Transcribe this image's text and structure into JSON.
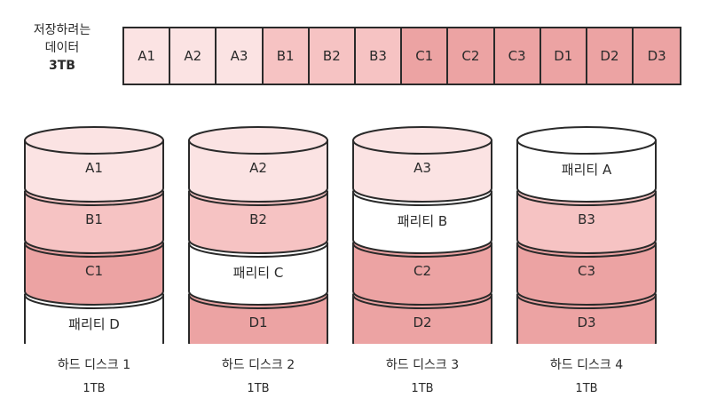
{
  "label": {
    "line1": "저장하려는",
    "line2": "데이터",
    "line3": "3TB"
  },
  "colors": {
    "a": "#fbe3e3",
    "b": "#f6c3c3",
    "c": "#eca3a3",
    "parity": "#ffffff",
    "stroke": "#2a2a2a"
  },
  "data_blocks": [
    {
      "text": "A1",
      "group": "a"
    },
    {
      "text": "A2",
      "group": "a"
    },
    {
      "text": "A3",
      "group": "a"
    },
    {
      "text": "B1",
      "group": "b"
    },
    {
      "text": "B2",
      "group": "b"
    },
    {
      "text": "B3",
      "group": "b"
    },
    {
      "text": "C1",
      "group": "c"
    },
    {
      "text": "C2",
      "group": "c"
    },
    {
      "text": "C3",
      "group": "c"
    },
    {
      "text": "D1",
      "group": "c"
    },
    {
      "text": "D2",
      "group": "c"
    },
    {
      "text": "D3",
      "group": "c"
    }
  ],
  "disks": [
    {
      "name": "하드 디스크 1",
      "size": "1TB",
      "segments": [
        {
          "text": "A1",
          "group": "a"
        },
        {
          "text": "B1",
          "group": "b"
        },
        {
          "text": "C1",
          "group": "c"
        },
        {
          "text": "패리티 D",
          "group": "parity"
        }
      ]
    },
    {
      "name": "하드 디스크 2",
      "size": "1TB",
      "segments": [
        {
          "text": "A2",
          "group": "a"
        },
        {
          "text": "B2",
          "group": "b"
        },
        {
          "text": "패리티 C",
          "group": "parity"
        },
        {
          "text": "D1",
          "group": "c"
        }
      ]
    },
    {
      "name": "하드 디스크 3",
      "size": "1TB",
      "segments": [
        {
          "text": "A3",
          "group": "a"
        },
        {
          "text": "패리티 B",
          "group": "parity"
        },
        {
          "text": "C2",
          "group": "c"
        },
        {
          "text": "D2",
          "group": "c"
        }
      ]
    },
    {
      "name": "하드 디스크 4",
      "size": "1TB",
      "segments": [
        {
          "text": "패리티 A",
          "group": "parity"
        },
        {
          "text": "B3",
          "group": "b"
        },
        {
          "text": "C3",
          "group": "c"
        },
        {
          "text": "D3",
          "group": "c"
        }
      ]
    }
  ]
}
